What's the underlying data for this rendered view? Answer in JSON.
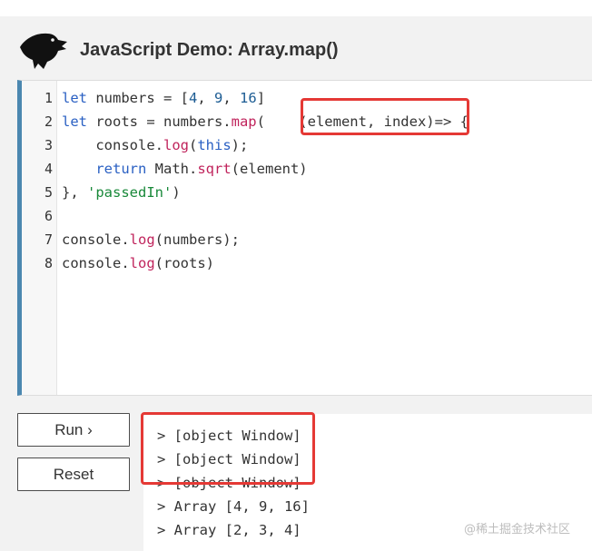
{
  "header": {
    "title": "JavaScript Demo: Array.map()",
    "logo_icon": "dinosaur-logo-icon"
  },
  "editor": {
    "line_numbers": [
      "1",
      "2",
      "3",
      "4",
      "5",
      "6",
      "7",
      "8"
    ],
    "lines": [
      [
        {
          "t": "let",
          "c": "kw"
        },
        {
          "t": " numbers = ["
        },
        {
          "t": "4",
          "c": "num"
        },
        {
          "t": ", "
        },
        {
          "t": "9",
          "c": "num"
        },
        {
          "t": ", "
        },
        {
          "t": "16",
          "c": "num"
        },
        {
          "t": "]"
        }
      ],
      [
        {
          "t": "let",
          "c": "kw"
        },
        {
          "t": " roots = numbers."
        },
        {
          "t": "map",
          "c": "fn"
        },
        {
          "t": "(    (element, index)=> {"
        }
      ],
      [
        {
          "t": "    console."
        },
        {
          "t": "log",
          "c": "fn"
        },
        {
          "t": "("
        },
        {
          "t": "this",
          "c": "kw"
        },
        {
          "t": ");"
        }
      ],
      [
        {
          "t": "    "
        },
        {
          "t": "return",
          "c": "kw"
        },
        {
          "t": " Math."
        },
        {
          "t": "sqrt",
          "c": "fn"
        },
        {
          "t": "(element)"
        }
      ],
      [
        {
          "t": "}, "
        },
        {
          "t": "'passedIn'",
          "c": "str"
        },
        {
          "t": ")"
        }
      ],
      [
        {
          "t": ""
        }
      ],
      [
        {
          "t": "console."
        },
        {
          "t": "log",
          "c": "fn"
        },
        {
          "t": "(numbers);"
        }
      ],
      [
        {
          "t": "console."
        },
        {
          "t": "log",
          "c": "fn"
        },
        {
          "t": "(roots)"
        }
      ]
    ]
  },
  "buttons": {
    "run_label": "Run ›",
    "reset_label": "Reset"
  },
  "console": {
    "lines": [
      "> [object Window]",
      "> [object Window]",
      "> [object Window]",
      "> Array [4, 9, 16]",
      "> Array [2, 3, 4]"
    ]
  },
  "watermark": "@稀土掘金技术社区",
  "colors": {
    "accent": "#4b87b0",
    "highlight": "#e53935"
  }
}
